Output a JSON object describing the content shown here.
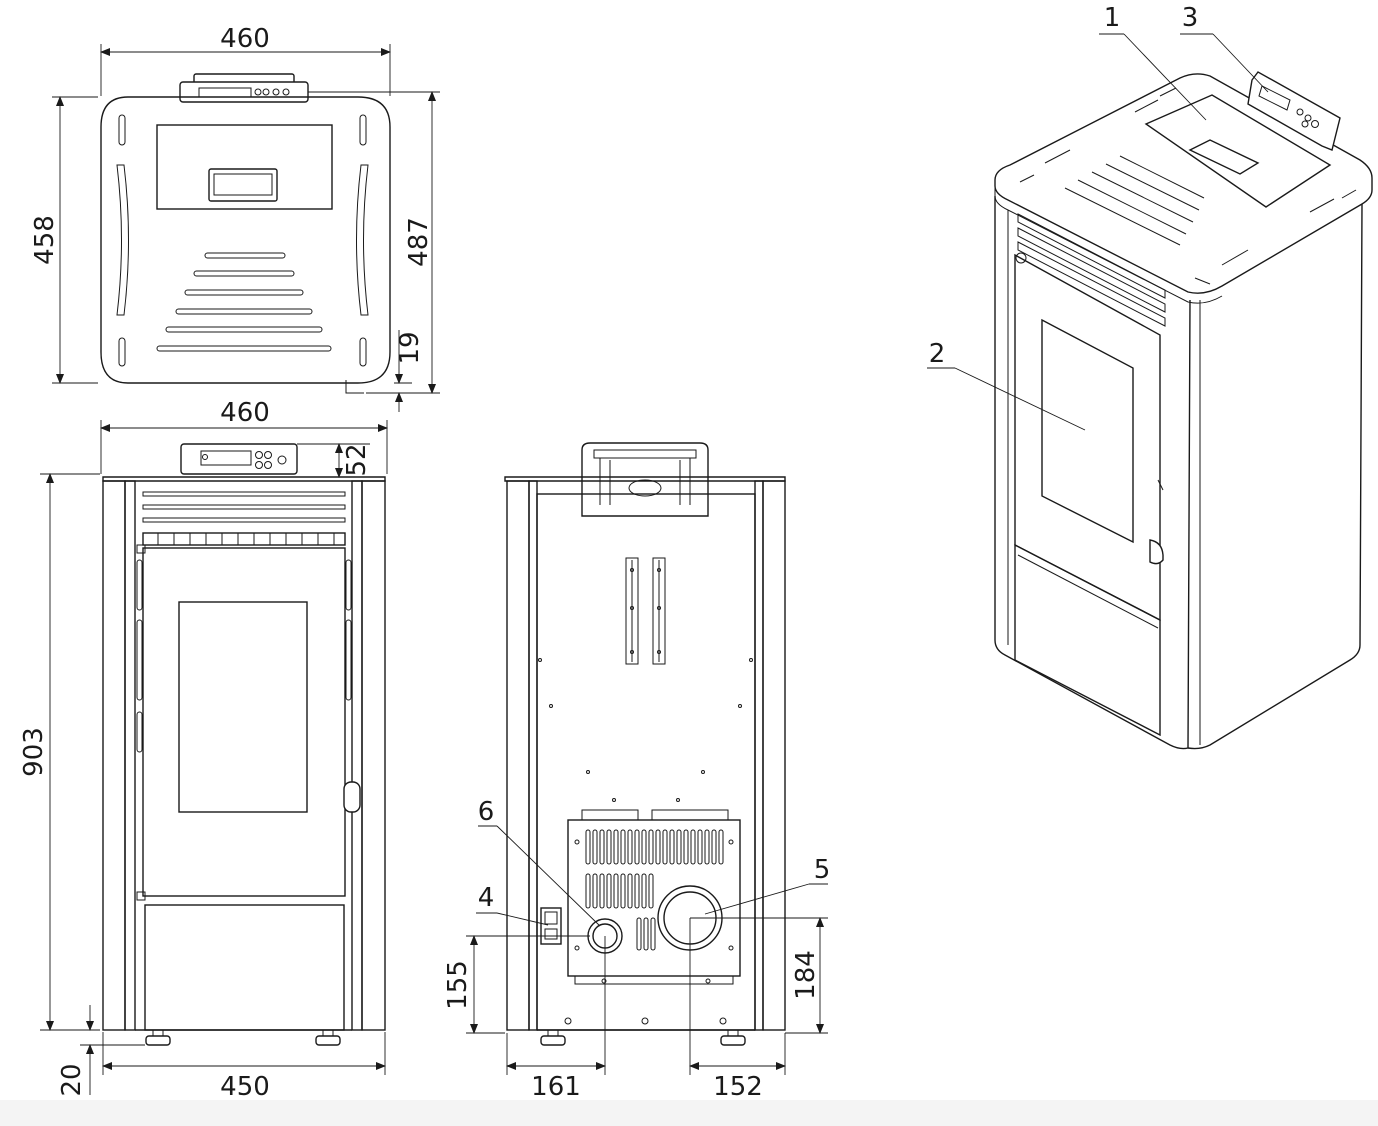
{
  "drawing": {
    "top_view": {
      "dim_width": "460",
      "dim_depth": "458",
      "dim_depth_total": "487",
      "dim_offset": "19"
    },
    "front_view": {
      "dim_width_top": "460",
      "dim_height": "903",
      "dim_panel": "52",
      "dim_feet": "20",
      "dim_width_bottom": "450"
    },
    "back_view": {
      "dim_air_inlet_h": "155",
      "dim_flue_h": "184",
      "dim_air_inlet_x": "161",
      "dim_flue_x": "152",
      "callout_4": "4",
      "callout_5": "5",
      "callout_6": "6"
    },
    "iso_view": {
      "callout_1": "1",
      "callout_2": "2",
      "callout_3": "3"
    }
  }
}
